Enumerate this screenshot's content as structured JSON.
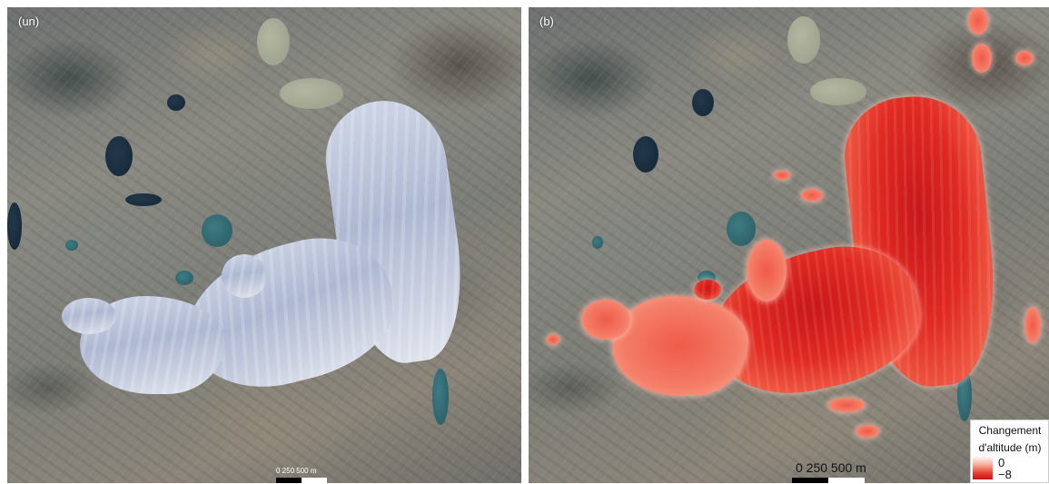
{
  "panels": [
    {
      "label": "(un)",
      "scale": {
        "ticks": "0    250    500 m"
      }
    },
    {
      "label": "(b)",
      "scale": {
        "ticks": "0 250 500 m"
      }
    }
  ],
  "legend": {
    "title": "Changement d'altitude (m)",
    "max_label": "0",
    "min_label": "−8",
    "color_high": "#ffffff",
    "color_low": "#c4141a"
  }
}
